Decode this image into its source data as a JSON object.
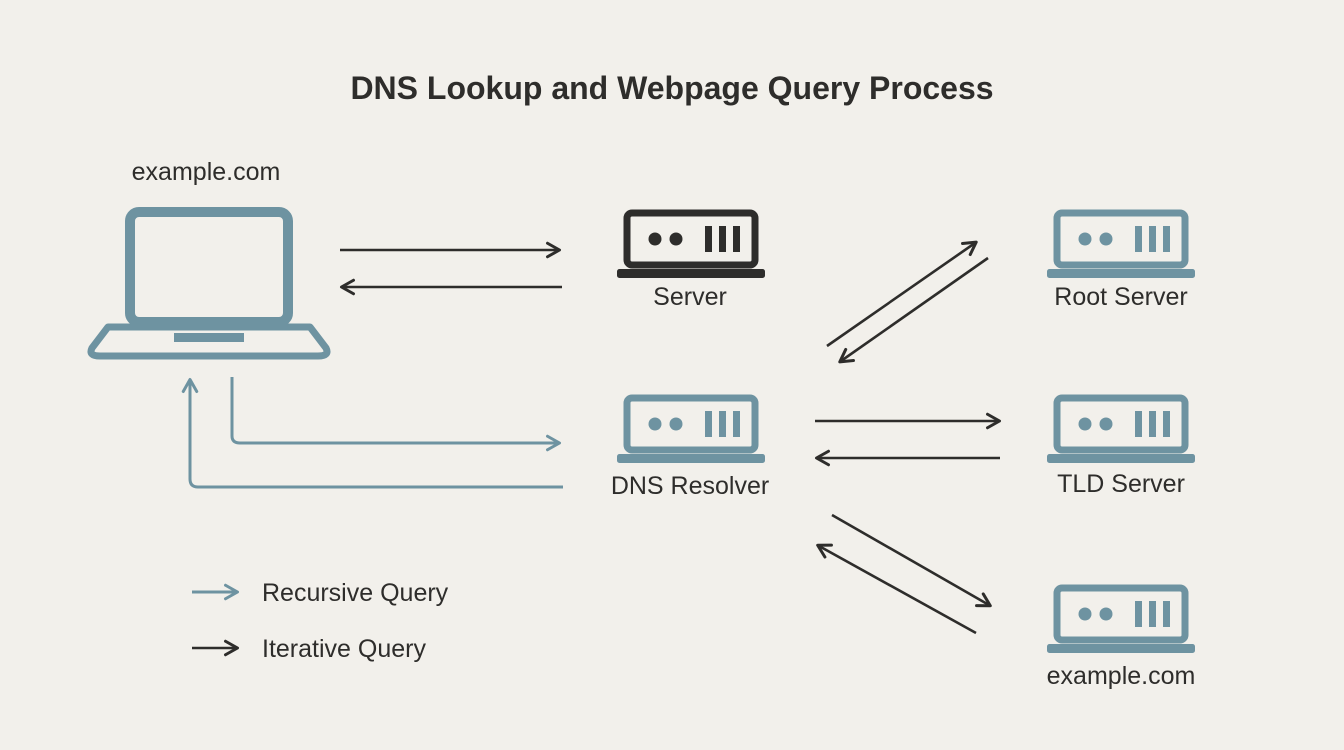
{
  "title": "DNS Lookup and Webpage Query Process",
  "colors": {
    "background": "#f2f0eb",
    "ink": "#2e2d2b",
    "teal": "#6e93a1"
  },
  "nodes": {
    "client": {
      "label": "example.com",
      "icon": "laptop-icon"
    },
    "server": {
      "label": "Server",
      "icon": "server-icon"
    },
    "root_server": {
      "label": "Root Server",
      "icon": "server-icon"
    },
    "dns_resolver": {
      "label": "DNS Resolver",
      "icon": "server-icon"
    },
    "tld_server": {
      "label": "TLD Server",
      "icon": "server-icon"
    },
    "authoritative_server": {
      "label": "example.com",
      "icon": "server-icon"
    }
  },
  "legend": [
    {
      "label": "Recursive Query",
      "color": "#6e93a1"
    },
    {
      "label": "Iterative Query",
      "color": "#2e2d2b"
    }
  ]
}
